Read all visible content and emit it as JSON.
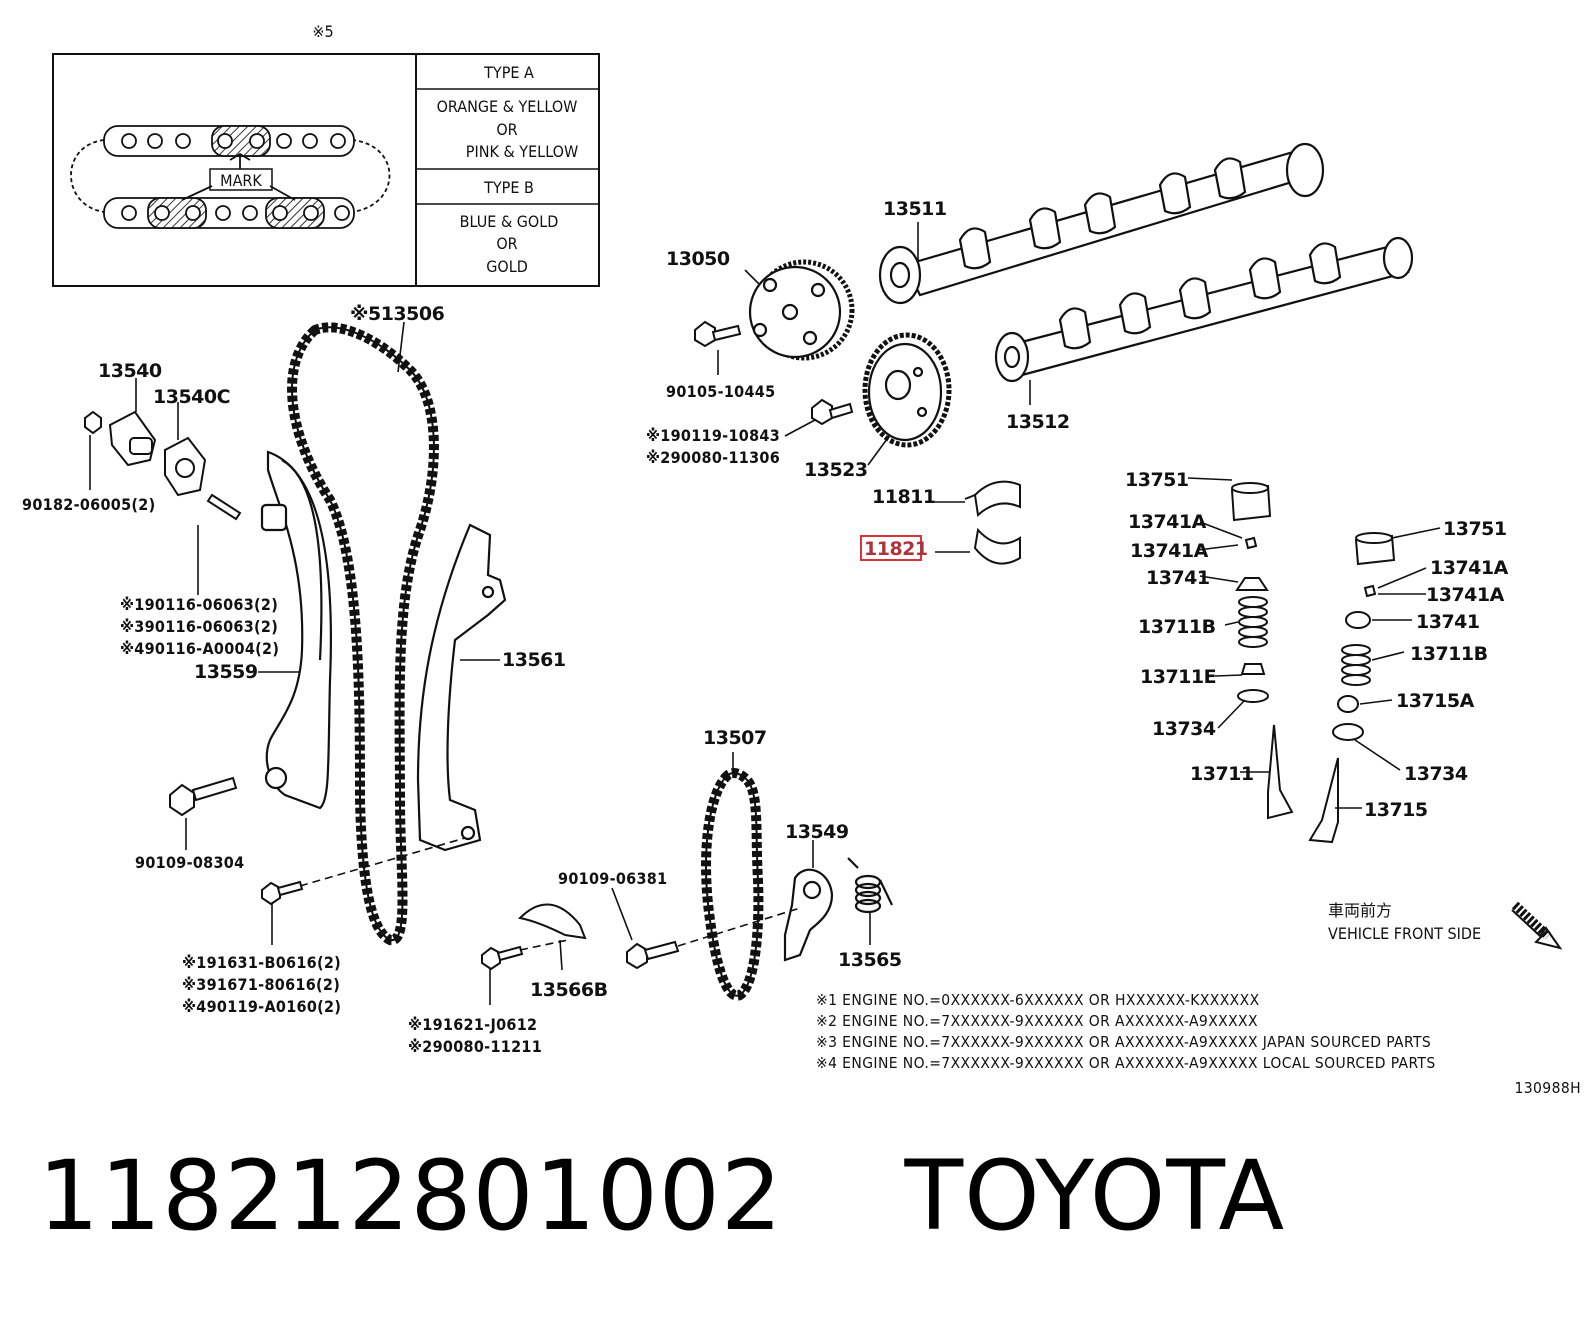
{
  "inset": {
    "ref": "※5",
    "mark_label": "MARK",
    "types": [
      {
        "name": "TYPE A",
        "colors": [
          "ORANGE & YELLOW",
          "OR",
          "PINK & YELLOW"
        ]
      },
      {
        "name": "TYPE B",
        "colors": [
          "BLUE & GOLD",
          "OR",
          "GOLD"
        ]
      }
    ]
  },
  "parts": {
    "13511": "13511",
    "13050": "13050",
    "90105_10445": "90105-10445",
    "13512": "13512",
    "190119_10843": "※190119-10843",
    "290080_11306": "※290080-11306",
    "13523": "13523",
    "11811": "11811",
    "11821": "11821",
    "13506": "※513506",
    "13540": "13540",
    "13540C": "13540C",
    "90182_06005": "90182-06005(2)",
    "190116_06063": "※190116-06063(2)",
    "390116_06063": "※390116-06063(2)",
    "490116_A0004": "※490116-A0004(2)",
    "13559": "13559",
    "13561": "13561",
    "90109_08304": "90109-08304",
    "191631_B0616": "※191631-B0616(2)",
    "391671_80616": "※391671-80616(2)",
    "490119_A0160": "※490119-A0160(2)",
    "13507": "13507",
    "13549": "13549",
    "90109_06381": "90109-06381",
    "13565": "13565",
    "13566B": "13566B",
    "191621_J0612": "※191621-J0612",
    "290080_11211": "※290080-11211",
    "13751_L": "13751",
    "13741A_L1": "13741A",
    "13741A_L2": "13741A",
    "13741_L": "13741",
    "13711B_L": "13711B",
    "13711E": "13711E",
    "13734_L": "13734",
    "13711": "13711",
    "13751_R": "13751",
    "13741A_R1": "13741A",
    "13741A_R2": "13741A",
    "13741_R": "13741",
    "13711B_R": "13711B",
    "13715A": "13715A",
    "13734_R": "13734",
    "13715": "13715"
  },
  "highlight_part": "11821",
  "highlight_color": "#d9343a",
  "vehicle_front": {
    "jp": "車両前方",
    "en": "VEHICLE FRONT SIDE",
    "icon": "arrow-down-right-icon"
  },
  "notes": [
    "※1 ENGINE NO.=0XXXXXX-6XXXXXX OR HXXXXXX-KXXXXXX",
    "※2 ENGINE NO.=7XXXXXX-9XXXXXX OR AXXXXXX-A9XXXXX",
    "※3 ENGINE NO.=7XXXXXX-9XXXXXX OR AXXXXXX-A9XXXXX  JAPAN SOURCED PARTS",
    "※4 ENGINE NO.=7XXXXXX-9XXXXXX OR AXXXXXX-A9XXXXX  LOCAL SOURCED PARTS"
  ],
  "figure_id": "130988H",
  "footer": {
    "part_number": "11821280100​2",
    "brand": "TOYOTA"
  }
}
